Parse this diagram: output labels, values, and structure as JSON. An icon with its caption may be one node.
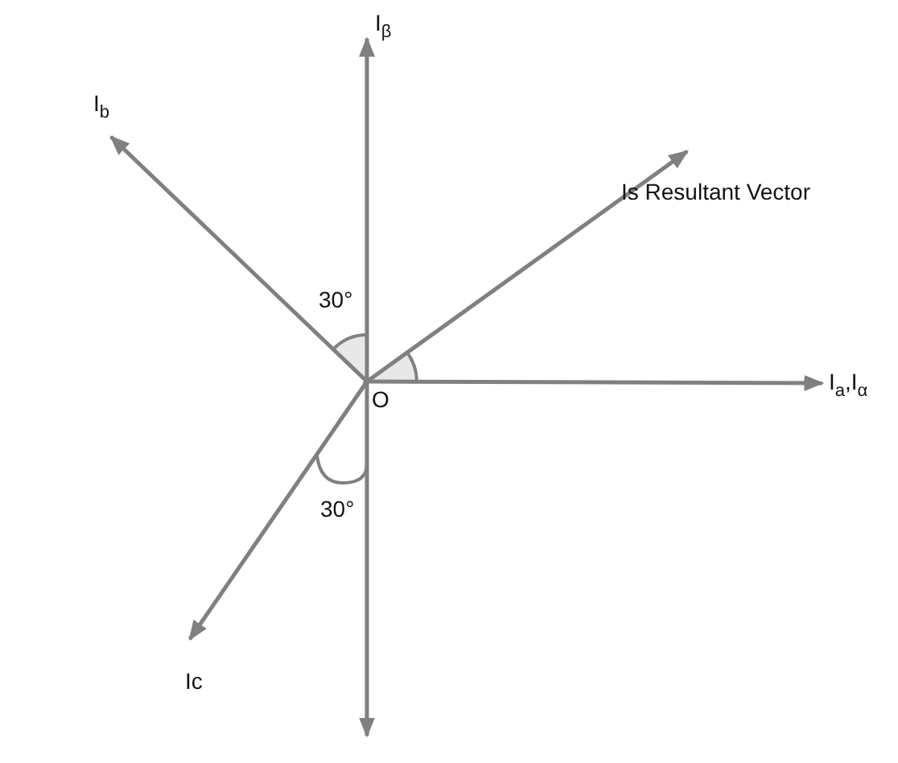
{
  "diagram": {
    "nodes": [
      {
        "text": [
          "O"
        ]
      },
      {
        "text": [
          "I$_{β}$"
        ]
      },
      {
        "text": [
          "I$_{b}$"
        ]
      },
      {
        "text": [
          "Is Resultant Vector"
        ]
      },
      {
        "text": [
          "I$_{a}$,I$_{α}$"
        ]
      },
      {
        "text": [
          "Ic"
        ]
      }
    ],
    "edges": [
      {
        "from": 0,
        "to": 1,
        "arrow": "to"
      },
      {
        "from": 0,
        "to": 2,
        "arrow": "to"
      },
      {
        "from": 0,
        "to": 3,
        "arrow": "to"
      },
      {
        "from": 0,
        "to": 4,
        "arrow": "to"
      },
      {
        "from": 0,
        "to": 5,
        "arrow": "to"
      },
      {
        "from": 0,
        "to": null,
        "arrow": "to"
      }
    ],
    "labels": [
      "30°",
      "30°"
    ]
  }
}
